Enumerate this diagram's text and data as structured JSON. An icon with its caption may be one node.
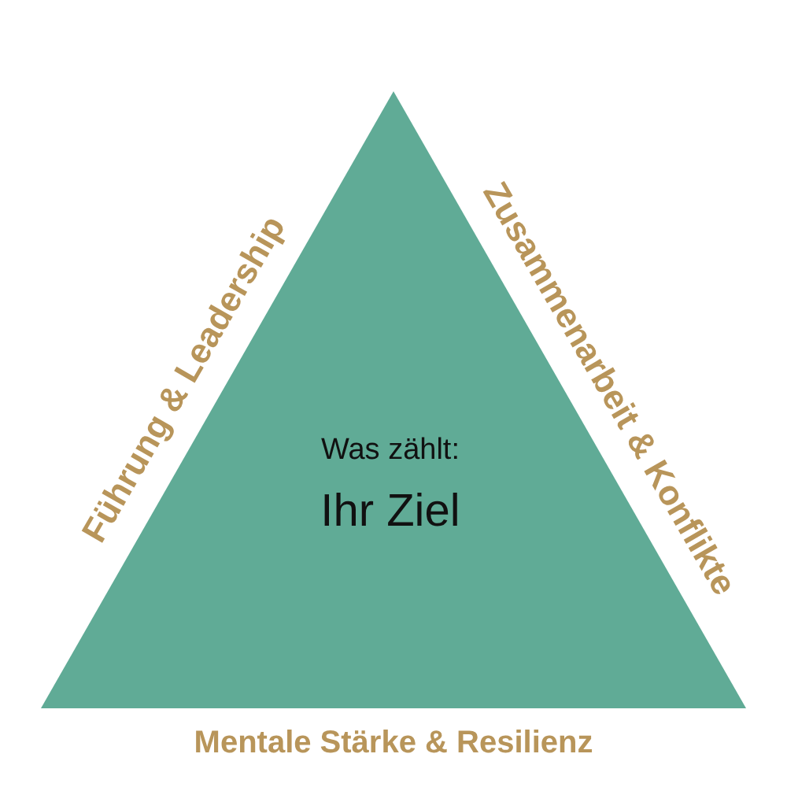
{
  "diagram": {
    "nodes": [
      {
        "text": [
          "Was zählt:",
          "Ihr Ziel"
        ],
        "beside": [
          "Führung & Leadership",
          "Zusammenarbeit & Konflikte",
          "Mentale Stärke & Resilienz"
        ]
      }
    ]
  }
}
